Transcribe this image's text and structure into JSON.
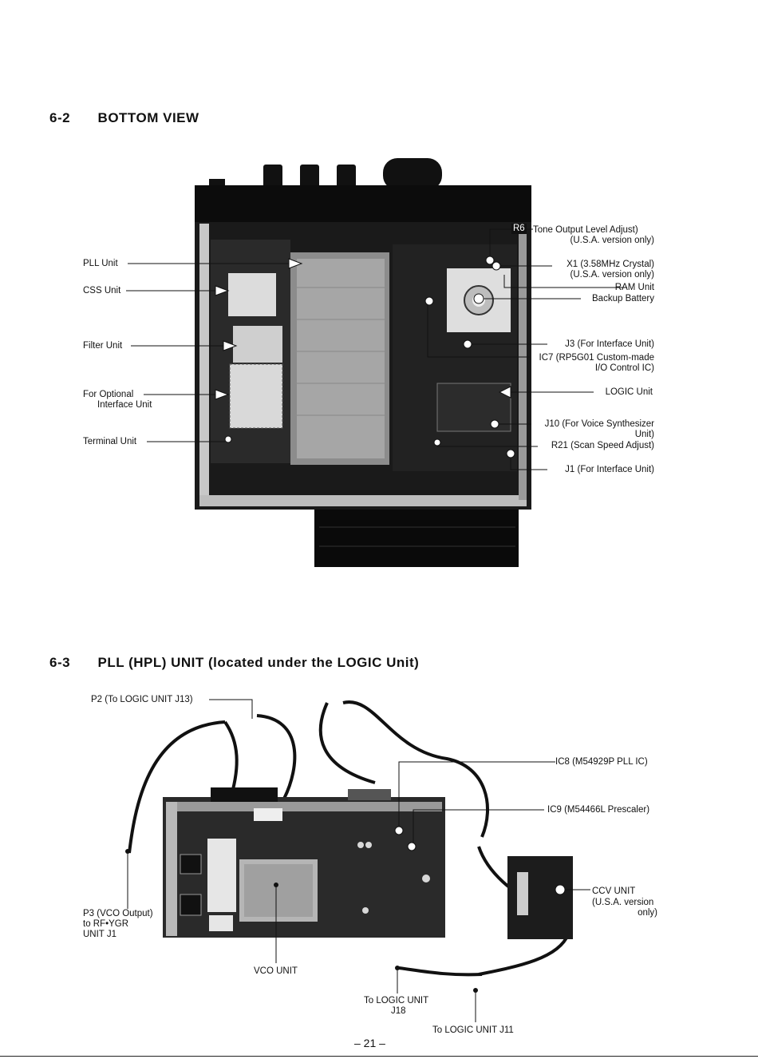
{
  "section_62": {
    "number": "6-2",
    "title": "BOTTOM VIEW",
    "left_labels": {
      "pll": "PLL Unit",
      "css": "CSS Unit",
      "filter": "Filter Unit",
      "optional_1": "For Optional",
      "optional_2": "Interface Unit",
      "terminal": "Terminal Unit"
    },
    "right_labels": {
      "r6_ref": "R6",
      "r6_1": "Tone Output Level Adjust)",
      "r6_2": "(U.S.A. version only)",
      "x1_1": "X1 (3.58MHz Crystal)",
      "x1_2": "(U.S.A. version only)",
      "ram": "RAM Unit",
      "battery": "Backup Battery",
      "j3": "J3 (For Interface Unit)",
      "ic7_1": "IC7 (RP5G01 Custom-made",
      "ic7_2": "I/O Control IC)",
      "logic": "LOGIC Unit",
      "j10_1": "J10 (For Voice Synthesizer",
      "j10_2": "Unit)",
      "r21": "R21 (Scan Speed Adjust)",
      "j1": "J1 (For Interface Unit)"
    }
  },
  "section_63": {
    "number": "6-3",
    "title": "PLL (HPL) UNIT (located under the LOGIC Unit)",
    "labels": {
      "p2": "P2 (To LOGIC UNIT J13)",
      "ic8": "IC8 (M54929P PLL IC)",
      "ic9": "IC9 (M54466L Prescaler)",
      "ccv_1": "CCV UNIT",
      "ccv_2": "(U.S.A. version",
      "ccv_3": "only)",
      "p3_1": "P3 (VCO Output)",
      "p3_2": "to RF•YGR",
      "p3_3": "UNIT J1",
      "vco": "VCO UNIT",
      "j18_1": "To LOGIC UNIT",
      "j18_2": "J18",
      "j11": "To LOGIC UNIT J11"
    }
  },
  "page_number": "– 21 –"
}
